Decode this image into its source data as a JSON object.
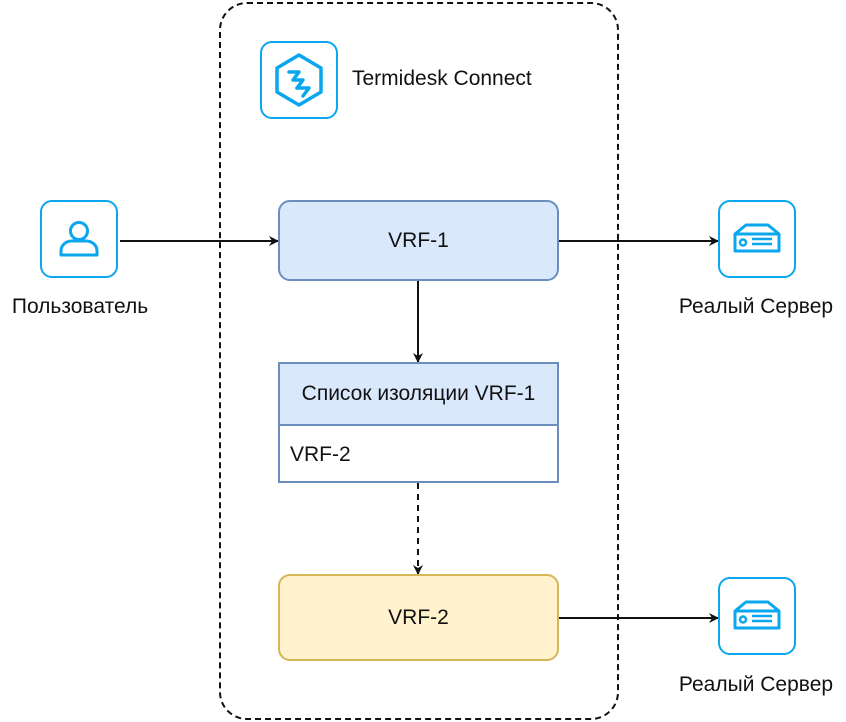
{
  "colors": {
    "icon_stroke": "#0aa6ee",
    "vrf1_fill": "#dae8fc",
    "vrf1_stroke": "#6c8ebf",
    "vrf2_fill": "#fff2cc",
    "vrf2_stroke": "#d6b656",
    "line": "#111111"
  },
  "group": {
    "title": "Termidesk Connect",
    "logo_icon": "termidesk-logo-icon"
  },
  "user": {
    "label": "Пользователь",
    "icon": "user-icon"
  },
  "server_top": {
    "label": "Реалый Сервер",
    "icon": "server-icon"
  },
  "server_bottom": {
    "label": "Реалый Сервер",
    "icon": "server-icon"
  },
  "vrf1": {
    "label": "VRF-1"
  },
  "isolation_list": {
    "title": "Список изоляции VRF-1",
    "items": [
      "VRF-2"
    ]
  },
  "vrf2": {
    "label": "VRF-2"
  }
}
